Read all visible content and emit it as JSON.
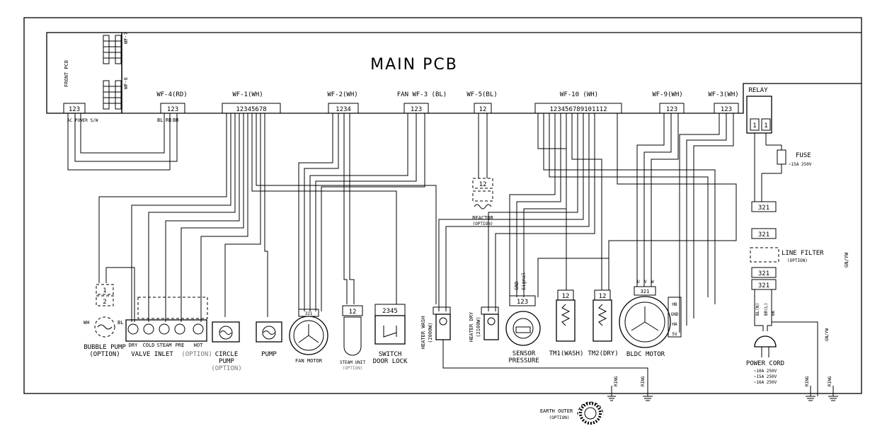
{
  "main_pcb": {
    "title": "MAIN PCB"
  },
  "front_pcb": {
    "label": "FRONT PCB",
    "ac_power": "AC POWER S/W",
    "wf7": "WF-7",
    "wf6": "WF-6"
  },
  "connectors": {
    "wf4": {
      "label": "WF-4(RD)",
      "pins": "123",
      "colors": [
        "BL",
        "RD",
        "BR"
      ]
    },
    "wf1": {
      "label": "WF-1(WH)",
      "pins": "12345678"
    },
    "wf2": {
      "label": "WF-2(WH)",
      "pins": "1234"
    },
    "wf3bl": {
      "label": "FAN WF-3 (BL)",
      "pins": "123"
    },
    "wf5": {
      "label": "WF-5(BL)",
      "pins": "12"
    },
    "wf10": {
      "label": "WF-10 (WH)",
      "pins": "123456789101112"
    },
    "wf9": {
      "label": "WF-9(WH)",
      "pins": "123"
    },
    "wf3wh": {
      "label": "WF-3(WH)",
      "pins": "123"
    }
  },
  "relay": {
    "label": "RELAY",
    "pin": "1"
  },
  "fuse": {
    "label": "FUSE",
    "rating": "~15A 250V"
  },
  "line_filter": {
    "label": "LINE FILTER",
    "option": "(OPTION)",
    "pins": "321"
  },
  "gnyw": "GN/YW",
  "reactor": {
    "label": "REACTOR",
    "option": "(OPTION)",
    "pins": "12"
  },
  "components": {
    "bubble_pump": {
      "label": "BUBBLE PUMP",
      "option": "(OPTION)",
      "wh": "WH",
      "bl": "BL",
      "pin1": "1",
      "pin2": "2"
    },
    "valve_inlet": {
      "label": "VALVE INLET",
      "option": "(OPTION)",
      "valves": [
        "DRY",
        "COLD",
        "STEAM",
        "PRE",
        "HOT"
      ]
    },
    "circle_pump": {
      "label": "CIRCLE",
      "label2": "PUMP",
      "option": "(OPTION)"
    },
    "pump": {
      "label": "PUMP"
    },
    "fan_motor": {
      "label": "FAN MOTOR",
      "pins": "321"
    },
    "steam_unit": {
      "label": "STEAM UNIT",
      "option": "(OPTION)",
      "pins": "12"
    },
    "door_lock": {
      "label": "SWITCH",
      "label2": "DOOR LOCK",
      "pins": "2345"
    },
    "heater_wash": {
      "label": "HEATER WASH",
      "rating": "(2000W)"
    },
    "heater_dry": {
      "label": "HEATER DRY",
      "rating": "(2100W)"
    },
    "sensor_pressure": {
      "label": "SENSOR",
      "label2": "PRESSURE",
      "gnd": "GND",
      "signal": "Signal",
      "pins": "123"
    },
    "tm1": {
      "label": "TM1(WASH)",
      "pins": "12"
    },
    "tm2": {
      "label": "TM2(DRY)",
      "pins": "12"
    },
    "bldc": {
      "label": "BLDC MOTOR",
      "u": "U",
      "v": "V",
      "w": "W",
      "pins": "321",
      "hall": [
        "HB",
        "GND",
        "HA",
        "5V"
      ]
    },
    "power_cord": {
      "label": "POWER CORD",
      "ratings": [
        "~10A 250V",
        "~15A 250V",
        "~16A 250V"
      ],
      "bl": "BL(N)",
      "br": "BR(L)",
      "bk": "BK"
    }
  },
  "earth": {
    "label": "EARTH OUTER",
    "option": "(OPTION)",
    "ring": "RING"
  }
}
